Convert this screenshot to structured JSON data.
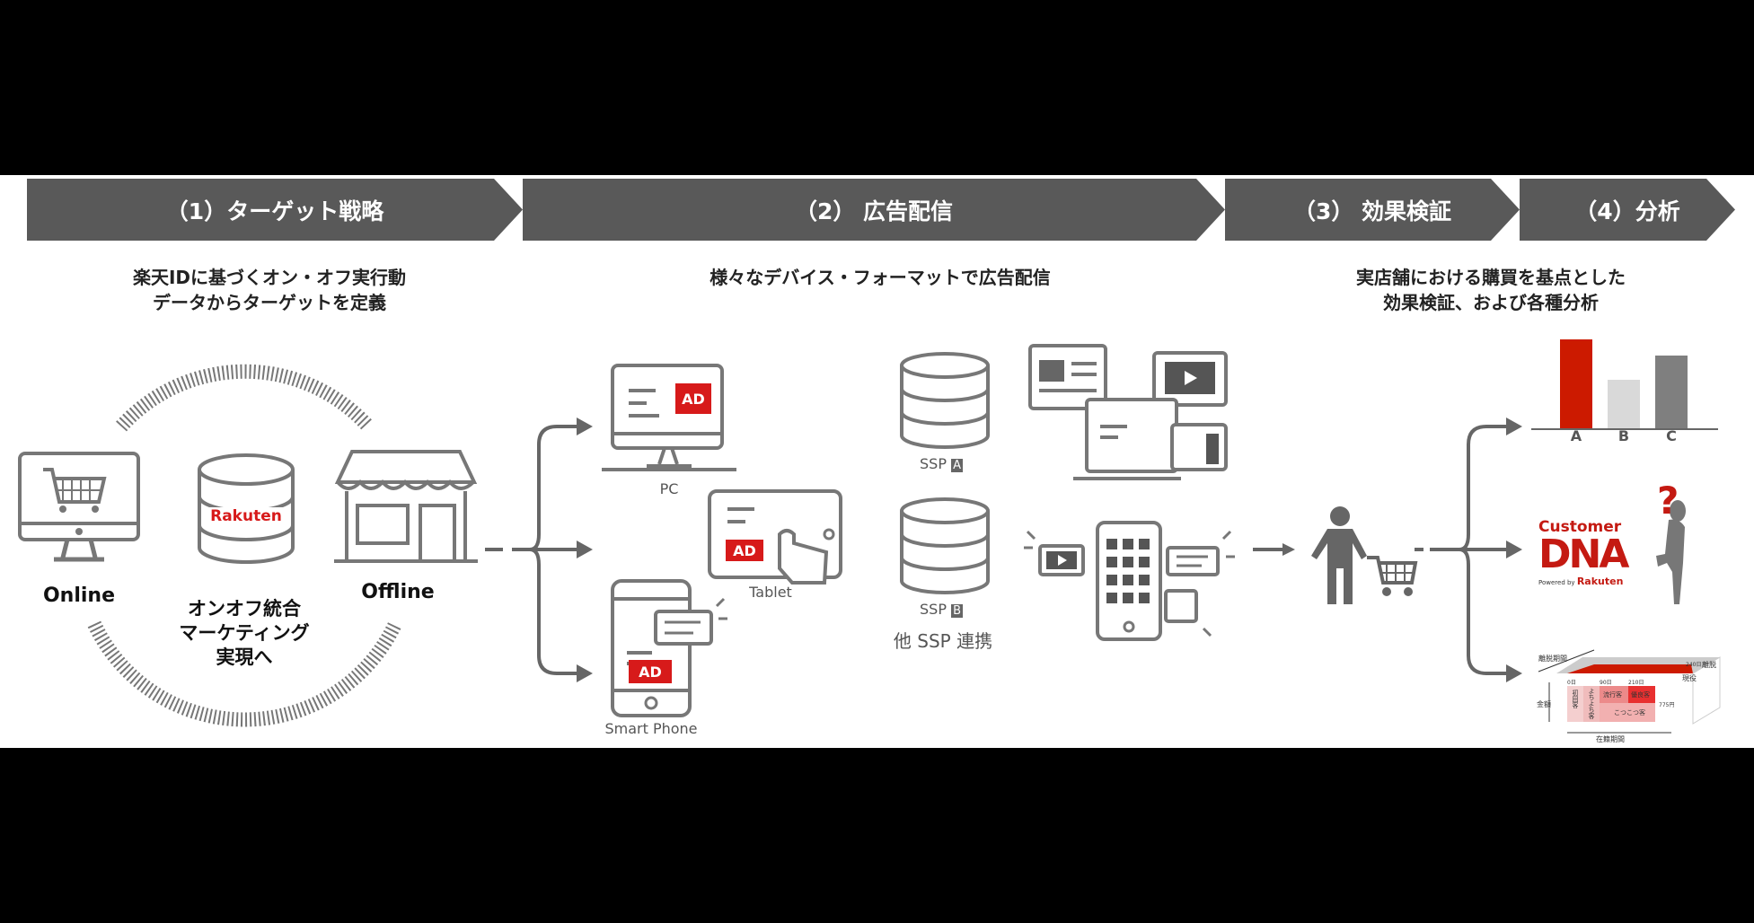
{
  "steps": [
    {
      "label": "（1）ターゲット戦略",
      "subtitle": [
        "楽天IDに基づくオン・オフ実行動",
        "データからターゲットを定義"
      ]
    },
    {
      "label": "（2） 広告配信",
      "subtitle": [
        "様々なデバイス・フォーマットで広告配信"
      ]
    },
    {
      "label": "（3） 効果検証",
      "subtitle": [
        "実店舗における購買を基点とした",
        "効果検証、および各種分析"
      ]
    },
    {
      "label": "（4）分析"
    }
  ],
  "target": {
    "online": "Online",
    "offline": "Offline",
    "db_logo": "Rakuten",
    "center": [
      "オンオフ統合",
      "マーケティング",
      "実現へ"
    ]
  },
  "devices": {
    "pc": "PC",
    "tablet": "Tablet",
    "phone": "Smart Phone",
    "ad": "AD"
  },
  "ssp": {
    "a": "SSP",
    "a_badge": "A",
    "b": "SSP",
    "b_badge": "B",
    "other": "他 SSP 連携"
  },
  "colors": {
    "accent": "#d71a1a",
    "banner": "#595959"
  },
  "chart_data": {
    "type": "bar",
    "categories": [
      "A",
      "B",
      "C"
    ],
    "values": [
      100,
      55,
      82
    ],
    "colors": [
      "#cc1a00",
      "#d9d9d9",
      "#7f7f7f"
    ]
  },
  "customer_dna": {
    "line1": "Customer",
    "line2": "DNA",
    "powered": "Powered by",
    "brand": "Rakuten",
    "question": "?"
  },
  "matrix": {
    "y_top": "離脱期間",
    "y_axis": "金額",
    "x_axis": "在籍期間",
    "d0": "0日",
    "d90": "90日",
    "d210": "210日",
    "d240": "240日",
    "churn": "離脱",
    "active": "現役",
    "amount": "775円",
    "cells": [
      "初回客",
      "よちよち客",
      "流行客",
      "優良客",
      "こつこつ客"
    ]
  }
}
